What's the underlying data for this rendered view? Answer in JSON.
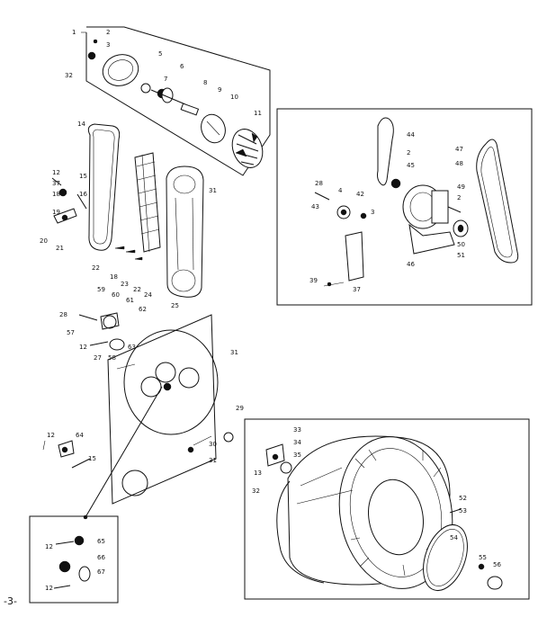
{
  "page_label": "-3-",
  "callouts": {
    "top_assembly": [
      "1",
      "2",
      "3",
      "32",
      "5",
      "6",
      "7",
      "8",
      "9",
      "10",
      "11"
    ],
    "belt_heater": [
      "14",
      "12",
      "37",
      "18",
      "19",
      "20",
      "21",
      "15",
      "16",
      "31",
      "22",
      "18",
      "23",
      "22",
      "24",
      "25",
      "59",
      "60",
      "61",
      "62"
    ],
    "motor_inset": [
      "28",
      "43",
      "4",
      "42",
      "3",
      "44",
      "2",
      "45",
      "49",
      "47",
      "48",
      "2",
      "46",
      "50",
      "51",
      "37",
      "39"
    ],
    "front_panel": [
      "28",
      "57",
      "12",
      "27",
      "58",
      "63",
      "31",
      "29",
      "30",
      "31",
      "12",
      "64",
      "15"
    ],
    "drum": [
      "33",
      "34",
      "35",
      "13",
      "32",
      "52",
      "53",
      "54",
      "55",
      "56"
    ],
    "bottom_inset": [
      "12",
      "65",
      "66",
      "67",
      "12"
    ]
  }
}
